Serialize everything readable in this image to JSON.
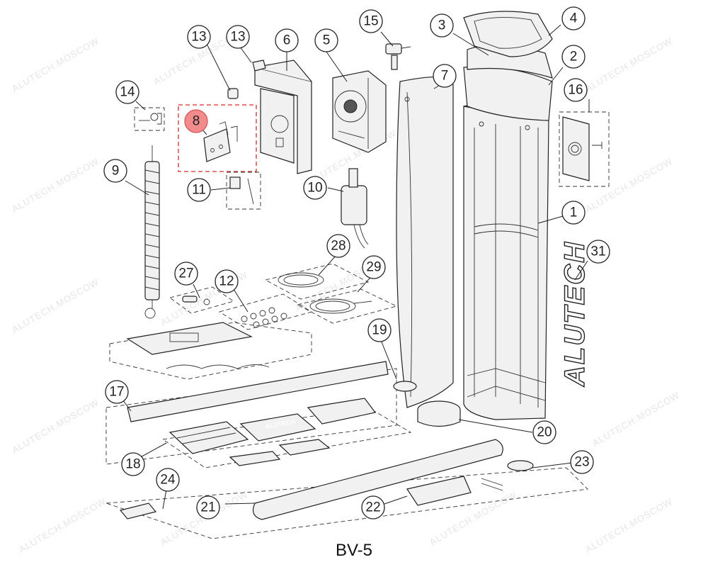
{
  "diagram": {
    "model": "BV-5",
    "brand_mark": "ALUTECH",
    "watermark": "ALUTECH.MOSCOW",
    "highlighted_part": "8",
    "callouts": {
      "c1": "1",
      "c2": "2",
      "c3": "3",
      "c4": "4",
      "c5": "5",
      "c6": "6",
      "c7": "7",
      "c8": "8",
      "c9": "9",
      "c10": "10",
      "c11": "11",
      "c12": "12",
      "c13a": "13",
      "c13b": "13",
      "c14": "14",
      "c15": "15",
      "c16": "16",
      "c17": "17",
      "c18": "18",
      "c19": "19",
      "c20": "20",
      "c21": "21",
      "c22": "22",
      "c23": "23",
      "c24": "24",
      "c27": "27",
      "c28": "28",
      "c29": "29",
      "c31": "31"
    },
    "colors": {
      "highlight_fill": "#f28b8b",
      "line": "#222222",
      "watermark": "#e6e6e6"
    }
  }
}
